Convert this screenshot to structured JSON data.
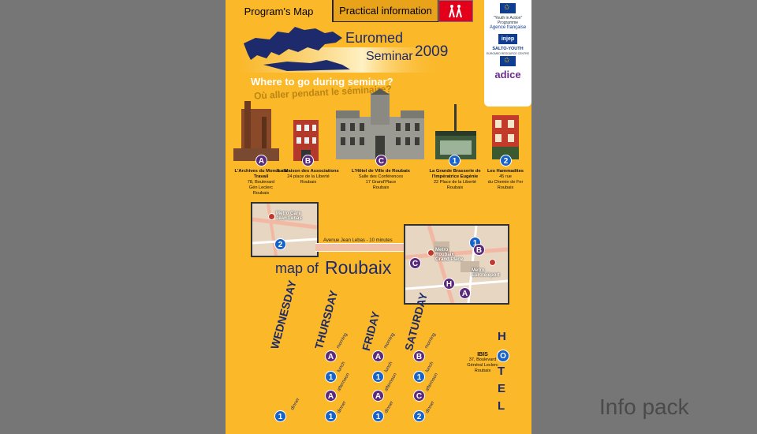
{
  "tabs": {
    "program_map": "Program's Map",
    "practical": "Practical information"
  },
  "logos": {
    "youth": "\"Youth in Action\" Programme",
    "agence": "Agence française",
    "injep": "injep",
    "salto": "SALTO-YOUTH",
    "salto_sub": "EUROMED RESOURCE CENTRE",
    "adice": "adice"
  },
  "header": {
    "title1": "Euromed",
    "title2": "Seminar",
    "year": "2009"
  },
  "where": {
    "en": "Where to go during seminar?",
    "fr": "Où aller pendant le séminaire?"
  },
  "places": [
    {
      "marker": "A",
      "name": "L'Archives du Monde du Travail",
      "lines": [
        "78, Boulevard",
        "Gén Leclerc",
        "Roubaix"
      ]
    },
    {
      "marker": "B",
      "name": "La Maison des Associations",
      "lines": [
        "24 place de la Liberté",
        "Roubaix"
      ]
    },
    {
      "marker": "C",
      "name": "L'Hôtel de Ville de Roubaix",
      "lines": [
        "Salle des Conférences",
        "17 Grand'Place",
        "Roubaix"
      ]
    },
    {
      "marker": "1",
      "name": "La Grande Brasserie de l'Impératrice Eugénie",
      "lines": [
        "22 Place de la Liberté",
        "Roubaix"
      ]
    },
    {
      "marker": "2",
      "name": "Les Hammadites",
      "lines": [
        "45 rue",
        "du Chemin de Fer",
        "Roubaix"
      ]
    }
  ],
  "map": {
    "label_a": "map of",
    "label_b": "Roubaix",
    "street": "Avenue Jean Lebas - 10 minutes",
    "stations": {
      "gare": "Metro Gare Jean Lebas",
      "grand_place": "Metro Roubaix Grand Place",
      "eurotelepor": "Metro Eurotéléport"
    }
  },
  "schedule": {
    "days": [
      "WEDNESDAY",
      "THURSDAY",
      "FRIDAY",
      "SATURDAY"
    ],
    "slots": {
      "morning": "morning",
      "lunch": "lunch",
      "afternoon": "afternoon",
      "dinner": "dinner"
    },
    "thursday": [
      "A",
      "1",
      "A",
      "1"
    ],
    "friday": [
      "A",
      "1",
      "A",
      "1"
    ],
    "saturday": [
      "B",
      "1",
      "C",
      "2"
    ],
    "wednesday_dinner": "1"
  },
  "hotel": {
    "word": [
      "H",
      "O",
      "T",
      "E",
      "L"
    ],
    "name": "IBIS",
    "lines": [
      "37, Boulevard",
      "Général Leclerc",
      "Roubaix"
    ]
  },
  "footer": {
    "info_pack": "Info pack"
  },
  "colors": {
    "panel": "#fbb829",
    "navy": "#1d2a6b",
    "marker_letter": "#5b2a7a",
    "marker_number": "#1763c9"
  }
}
